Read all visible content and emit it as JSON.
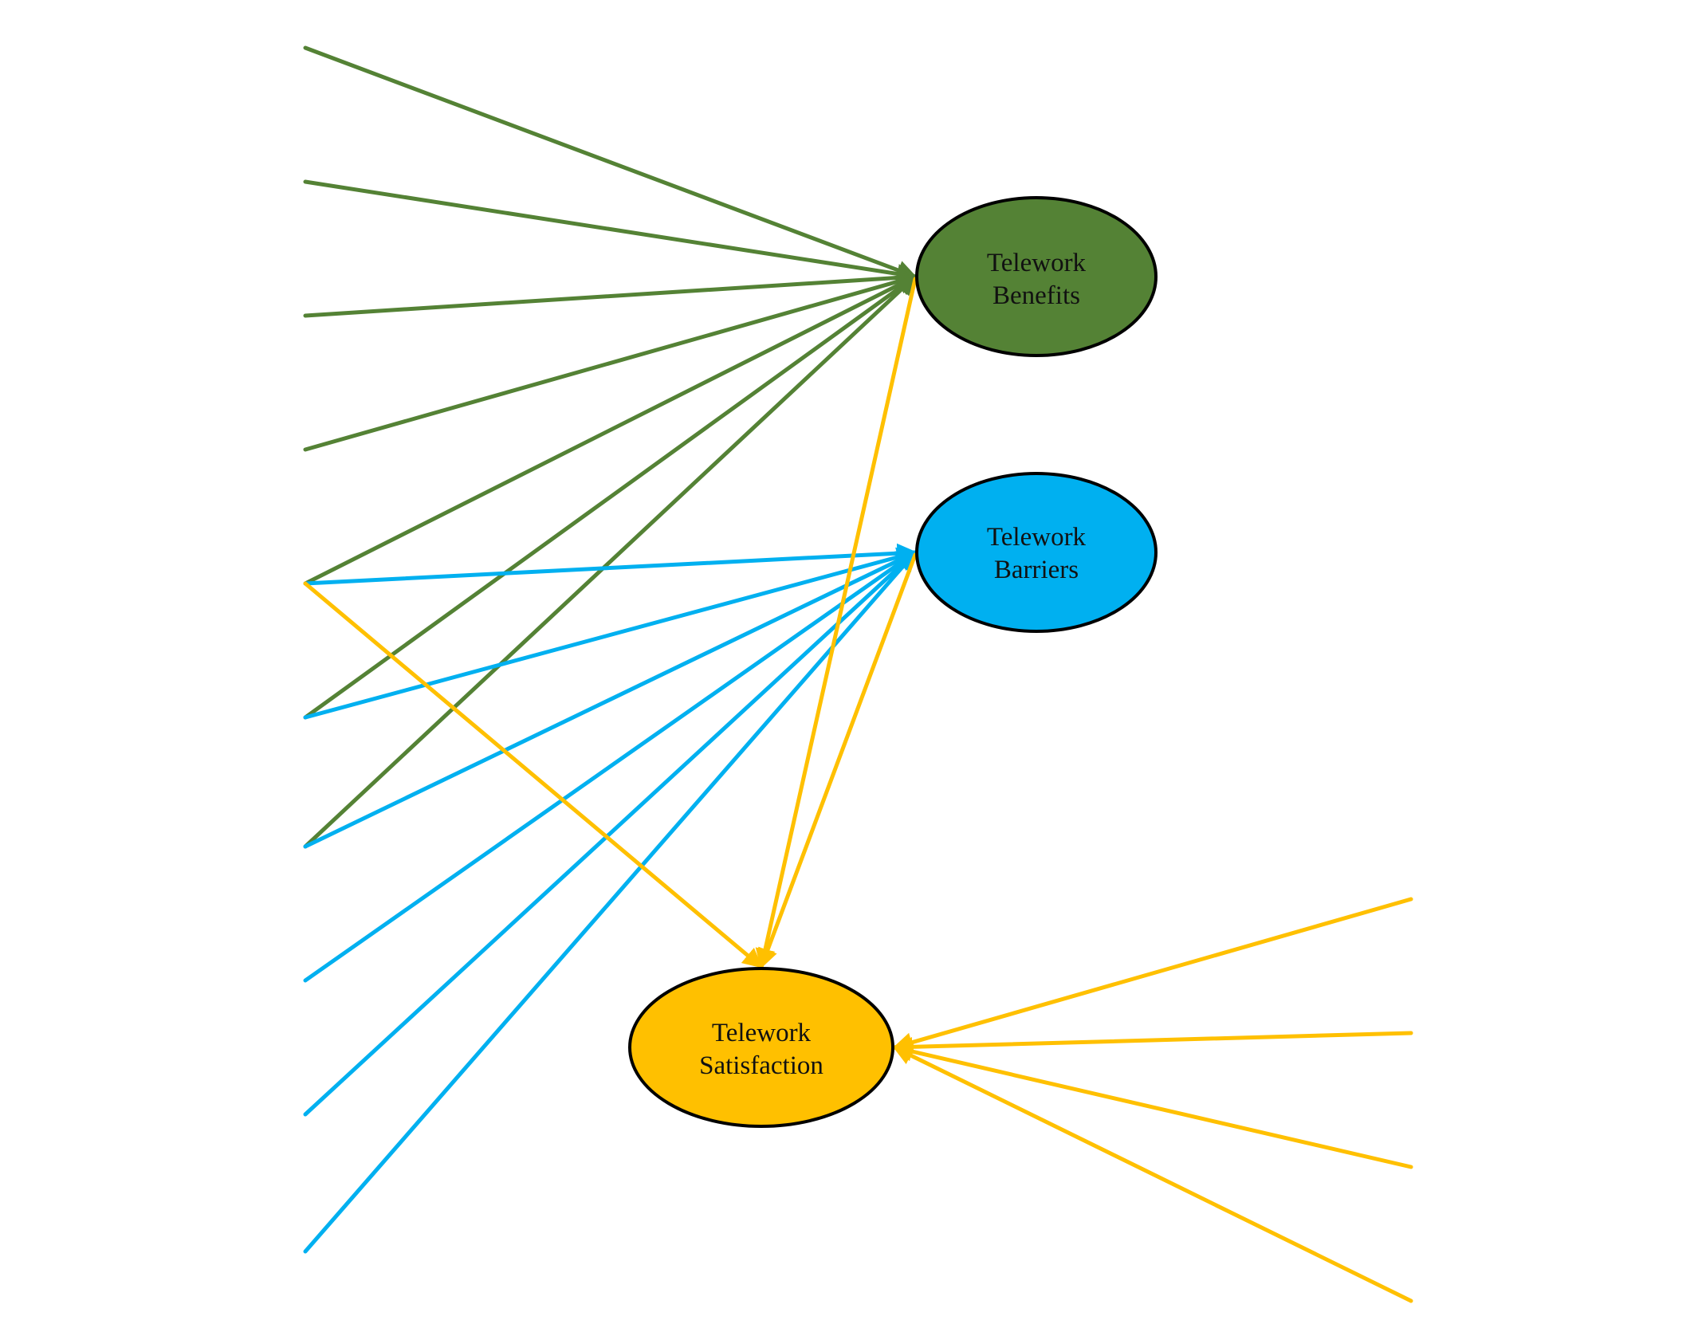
{
  "colors": {
    "benefits": "#548235",
    "barriers": "#00B0F0",
    "satisfaction": "#FFC000",
    "outline": "#000000",
    "text": "#111111"
  },
  "nodes": {
    "benefits": {
      "line1": "Telework",
      "line2": "Benefits"
    },
    "barriers": {
      "line1": "Telework",
      "line2": "Barriers"
    },
    "satisfaction": {
      "line1": "Telework",
      "line2": "Satisfaction"
    }
  },
  "edges": [
    {
      "from": "left-1",
      "to": "benefits",
      "color": "benefits"
    },
    {
      "from": "left-2",
      "to": "benefits",
      "color": "benefits"
    },
    {
      "from": "left-3",
      "to": "benefits",
      "color": "benefits"
    },
    {
      "from": "left-4",
      "to": "benefits",
      "color": "benefits"
    },
    {
      "from": "left-5",
      "to": "benefits",
      "color": "benefits"
    },
    {
      "from": "left-6",
      "to": "benefits",
      "color": "benefits"
    },
    {
      "from": "left-7",
      "to": "benefits",
      "color": "benefits"
    },
    {
      "from": "left-5",
      "to": "barriers",
      "color": "barriers"
    },
    {
      "from": "left-6",
      "to": "barriers",
      "color": "barriers"
    },
    {
      "from": "left-7",
      "to": "barriers",
      "color": "barriers"
    },
    {
      "from": "left-8",
      "to": "barriers",
      "color": "barriers"
    },
    {
      "from": "left-9",
      "to": "barriers",
      "color": "barriers"
    },
    {
      "from": "left-10",
      "to": "barriers",
      "color": "barriers"
    },
    {
      "from": "left-5",
      "to": "satisfaction",
      "color": "satisfaction"
    },
    {
      "from": "benefits",
      "to": "satisfaction",
      "color": "satisfaction"
    },
    {
      "from": "barriers",
      "to": "satisfaction",
      "color": "satisfaction"
    },
    {
      "from": "right-1",
      "to": "satisfaction",
      "color": "satisfaction"
    },
    {
      "from": "right-2",
      "to": "satisfaction",
      "color": "satisfaction"
    },
    {
      "from": "right-3",
      "to": "satisfaction",
      "color": "satisfaction"
    },
    {
      "from": "right-4",
      "to": "satisfaction",
      "color": "satisfaction"
    }
  ]
}
